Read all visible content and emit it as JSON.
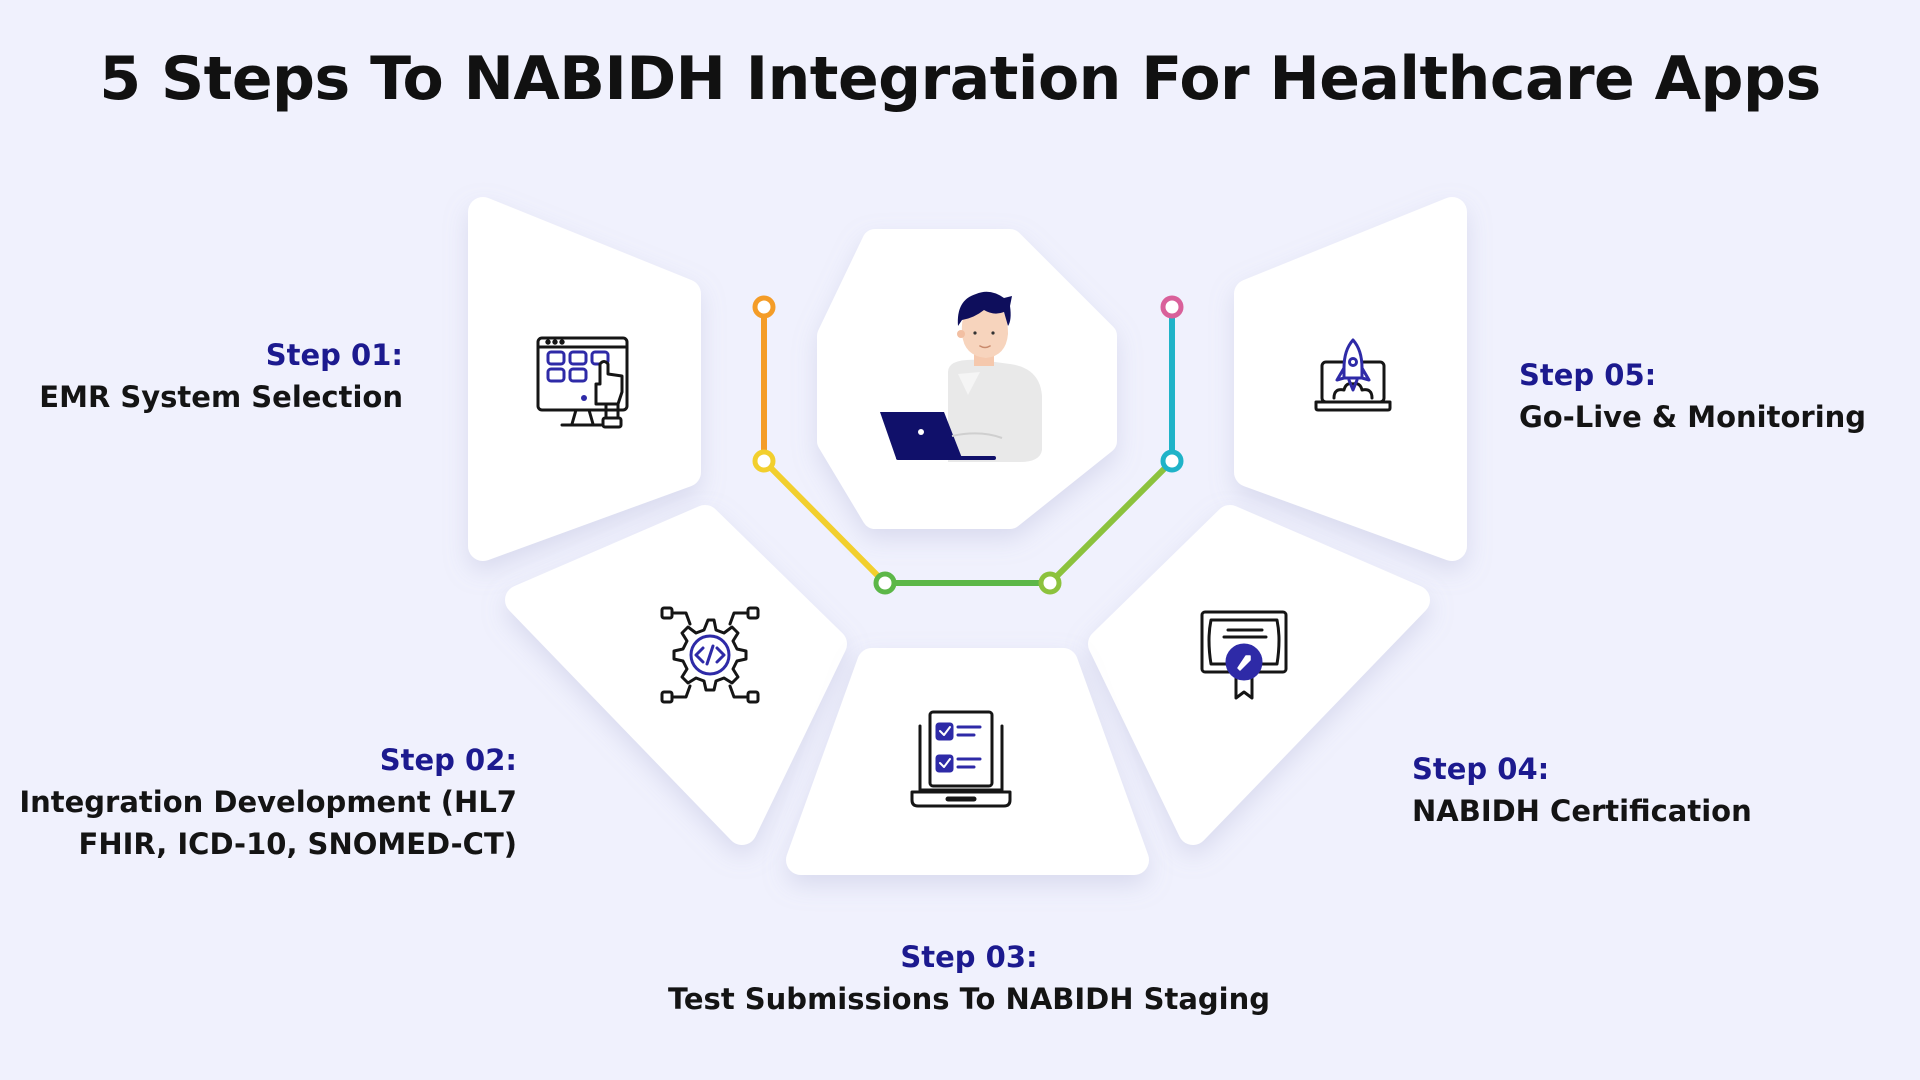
{
  "title": "5 Steps To NABIDH Integration For Healthcare Apps",
  "steps": [
    {
      "label": "Step 01:",
      "desc": "EMR System Selection",
      "icon": "monitor-dashboard-icon"
    },
    {
      "label": "Step 02:",
      "desc": "Integration Development (HL7 FHIR, ICD-10, SNOMED-CT)",
      "icon": "gear-code-icon"
    },
    {
      "label": "Step 03:",
      "desc": "Test Submissions To NABIDH Staging",
      "icon": "laptop-checklist-icon"
    },
    {
      "label": "Step 04:",
      "desc": "NABIDH Certification",
      "icon": "certificate-icon"
    },
    {
      "label": "Step 05:",
      "desc": "Go-Live & Monitoring",
      "icon": "laptop-rocket-icon"
    }
  ],
  "center": {
    "icon": "person-laptop-icon"
  },
  "colors": {
    "background": "#f0f1fd",
    "accent": "#1c1a8f",
    "connector_orange": "#f49c27",
    "connector_yellow": "#f2cf2e",
    "connector_green": "#5cb748",
    "connector_lime": "#8cc23d",
    "connector_teal": "#1fb3c8",
    "connector_pink": "#d9609a"
  }
}
